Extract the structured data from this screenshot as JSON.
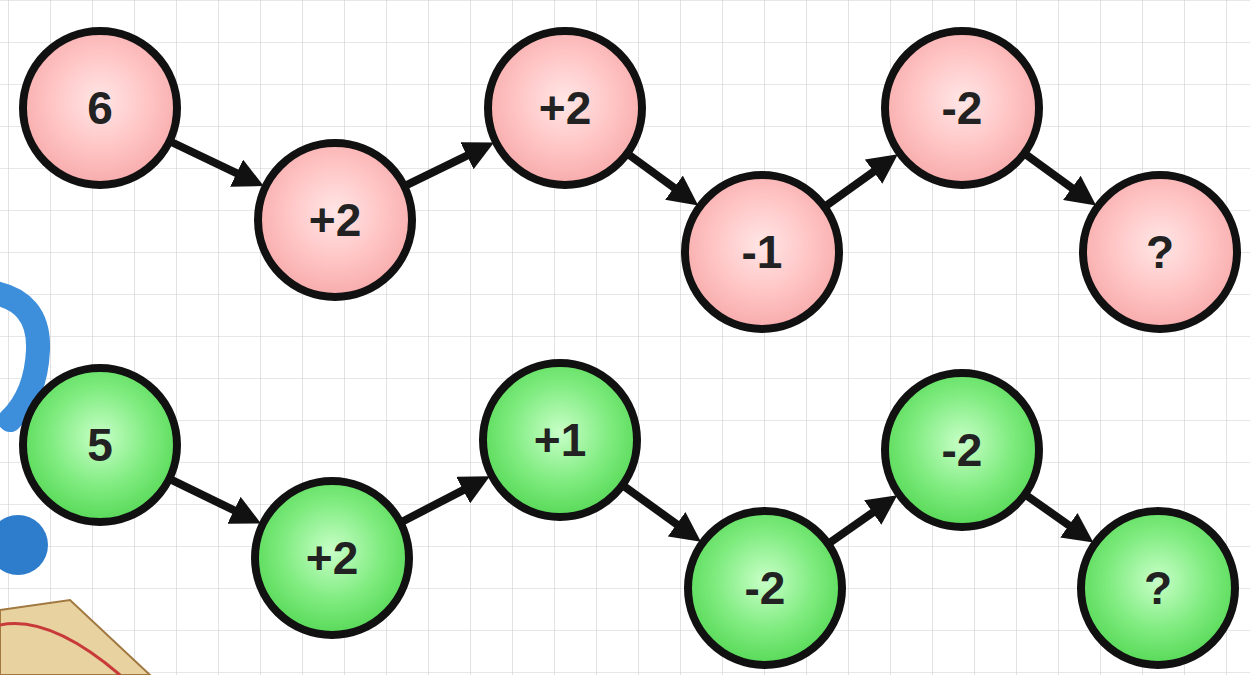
{
  "diagram": {
    "nodes": [
      {
        "text": [
          "6"
        ]
      },
      {
        "text": [
          "+2"
        ]
      },
      {
        "text": [
          "+2"
        ]
      },
      {
        "text": [
          "-1"
        ]
      },
      {
        "text": [
          "-2"
        ]
      },
      {
        "text": [
          "?"
        ]
      },
      {
        "text": [
          "5"
        ]
      },
      {
        "text": [
          "+2"
        ]
      },
      {
        "text": [
          "+1"
        ]
      },
      {
        "text": [
          "-2"
        ]
      },
      {
        "text": [
          "-2"
        ]
      },
      {
        "text": [
          "?"
        ]
      }
    ],
    "edges": [
      {
        "from": 0,
        "to": 1,
        "arrow": "to"
      },
      {
        "from": 1,
        "to": 2,
        "arrow": "to"
      },
      {
        "from": 2,
        "to": 3,
        "arrow": "to"
      },
      {
        "from": 3,
        "to": 4,
        "arrow": "to"
      },
      {
        "from": 4,
        "to": 5,
        "arrow": "to"
      },
      {
        "from": 6,
        "to": 7,
        "arrow": "to"
      },
      {
        "from": 7,
        "to": 8,
        "arrow": "to"
      },
      {
        "from": 8,
        "to": 9,
        "arrow": "to"
      },
      {
        "from": 9,
        "to": 10,
        "arrow": "to"
      },
      {
        "from": 10,
        "to": 11,
        "arrow": "to"
      }
    ]
  }
}
